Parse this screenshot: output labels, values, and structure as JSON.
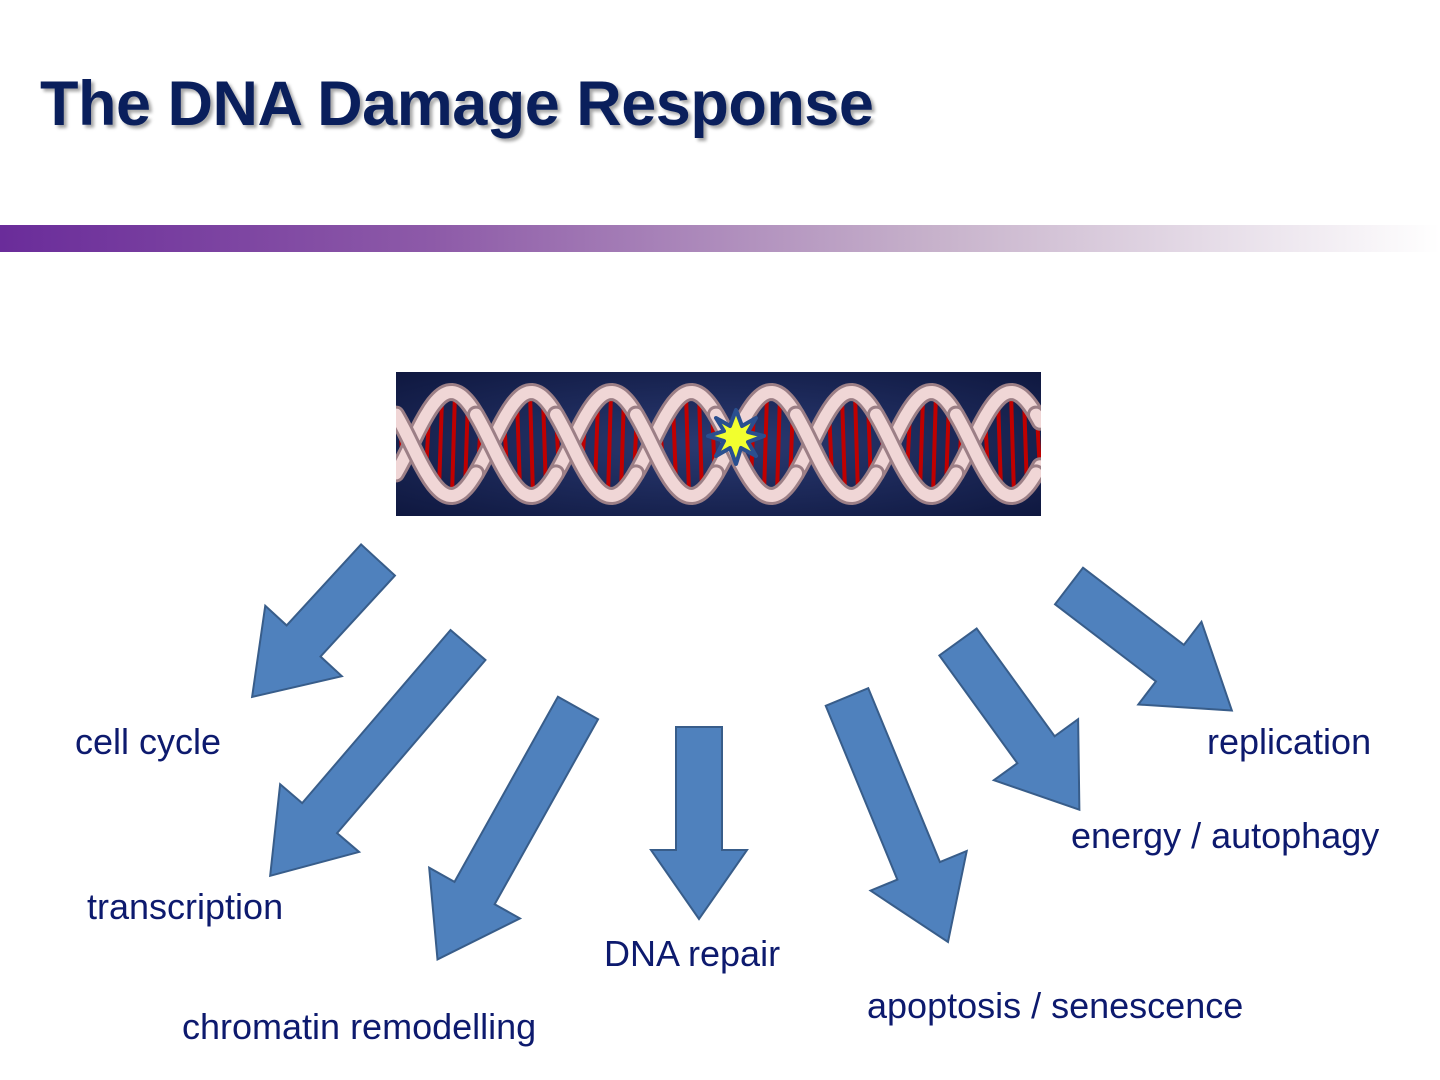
{
  "slide": {
    "title": "The DNA Damage Response"
  },
  "diagram": {
    "center_graphic": "DNA double helix with damage burst",
    "outcomes": [
      {
        "id": "cell-cycle",
        "label": "cell cycle"
      },
      {
        "id": "transcription",
        "label": "transcription"
      },
      {
        "id": "chromatin-remodelling",
        "label": "chromatin remodelling"
      },
      {
        "id": "dna-repair",
        "label": "DNA repair"
      },
      {
        "id": "apoptosis-senescence",
        "label": "apoptosis / senescence"
      },
      {
        "id": "energy-autophagy",
        "label": "energy / autophagy"
      },
      {
        "id": "replication",
        "label": "replication"
      }
    ]
  },
  "colors": {
    "title": "#0a1f5c",
    "label": "#0d1a6e",
    "arrow_fill": "#4f81bd",
    "arrow_stroke": "#385d8a",
    "dna_background": "#1b2a5c",
    "dna_backbone": "#e8c8c8",
    "dna_rungs": "#c00000",
    "damage_burst": "#f2ff2e",
    "bar_start": "#6a2c9a",
    "bar_end": "#ffffff"
  }
}
